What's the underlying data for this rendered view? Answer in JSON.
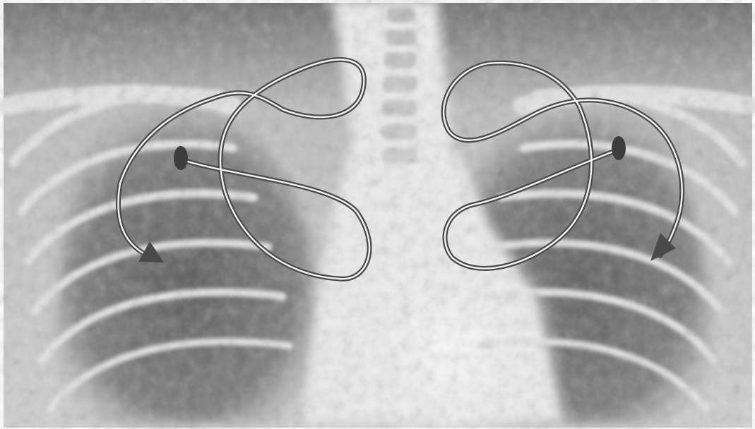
{
  "image": {
    "subject": "chest-xray",
    "tone": "grayscale",
    "overlays": [
      {
        "name": "left-lead-wire",
        "side": "left",
        "style": "double-line",
        "ends_with": "arrowhead",
        "marker": "oval"
      },
      {
        "name": "right-lead-wire",
        "side": "right",
        "style": "double-line",
        "ends_with": "arrowhead",
        "marker": "oval"
      }
    ]
  },
  "colors": {
    "background": "#ffffff",
    "film_dark": "#3a3a3a",
    "film_mid": "#8f8f8f",
    "film_light": "#e6e6e6",
    "wire": "#4a4a4a",
    "marker": "#3d3d3d"
  }
}
